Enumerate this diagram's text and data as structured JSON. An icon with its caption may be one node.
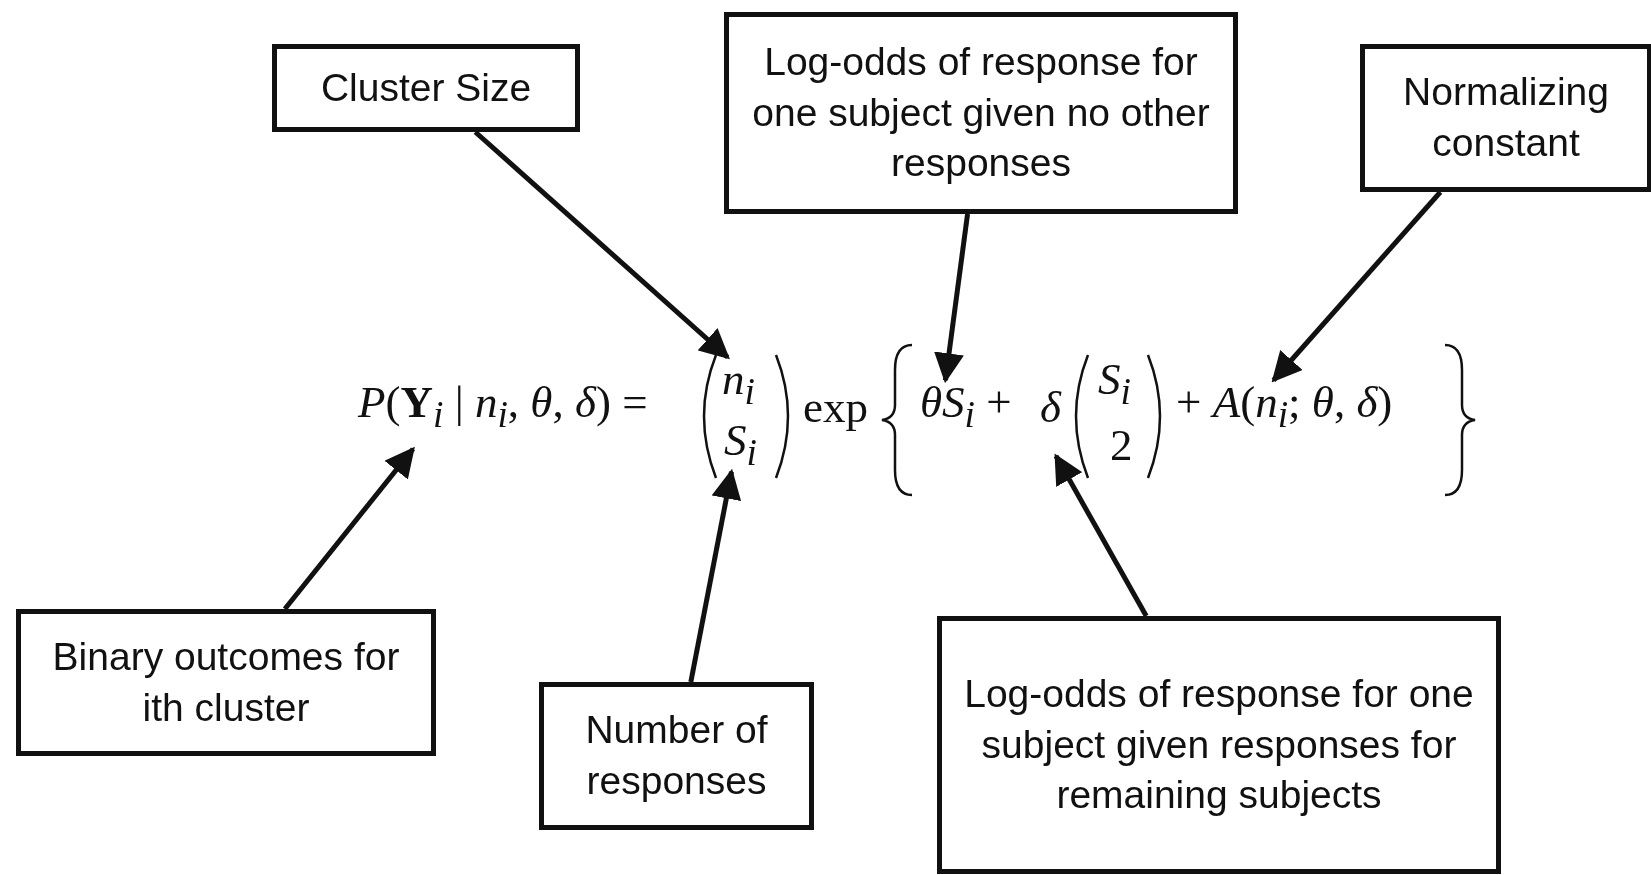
{
  "diagram": {
    "nodes": [
      {
        "text": [
          "Cluster Size"
        ]
      },
      {
        "text": [
          "Log-odds of response for one subject given no other responses"
        ]
      },
      {
        "text": [
          "Normalizing constant"
        ]
      },
      {
        "text": [
          "Binary outcomes for ith cluster"
        ]
      },
      {
        "text": [
          "Number of responses"
        ]
      },
      {
        "text": [
          "Log-odds of response for one subject given responses for remaining subjects"
        ]
      },
      {
        "text": [
          "*P*(**Y**$_{i}$ | *n*$_{i}$, *θ*, *δ*) ="
        ]
      },
      {
        "text": [
          "*n*$_{i}$"
        ]
      },
      {
        "text": [
          "*S*$_{i}$"
        ]
      },
      {
        "text": [
          "exp"
        ]
      },
      {
        "text": [
          "*θS*$_{i}$ +"
        ]
      },
      {
        "text": [
          "*δ*"
        ]
      },
      {
        "text": [
          "*S*$_{i}$"
        ]
      },
      {
        "text": [
          "2"
        ]
      },
      {
        "text": [
          "+ *A*(*n*$_{i}$; *θ*, *δ*)"
        ]
      }
    ],
    "edges": [
      {
        "from": 0,
        "to": 7,
        "arrow": "to"
      },
      {
        "from": 1,
        "to": 10,
        "arrow": "to"
      },
      {
        "from": 2,
        "to": 14,
        "arrow": "to"
      },
      {
        "from": 3,
        "to": 6,
        "arrow": "to"
      },
      {
        "from": 4,
        "to": 8,
        "arrow": "to"
      },
      {
        "from": 5,
        "to": 11,
        "arrow": "to"
      }
    ]
  }
}
